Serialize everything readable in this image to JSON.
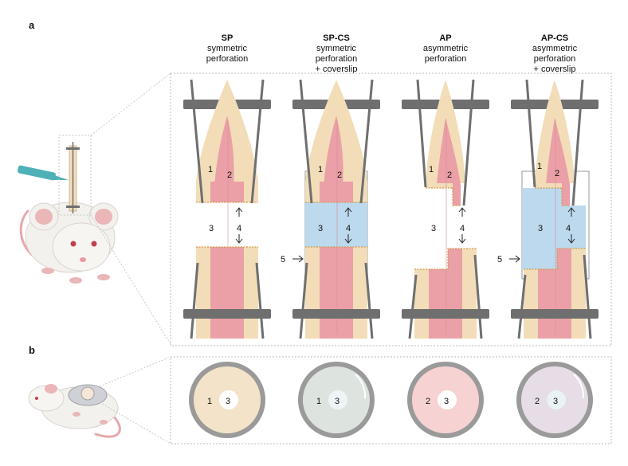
{
  "panels": {
    "a": {
      "letter": "a"
    },
    "b": {
      "letter": "b"
    }
  },
  "columns": [
    {
      "abbr": "SP",
      "desc": "symmetric\nperforation",
      "num_left": "1",
      "num_right": "2",
      "label_gap": "3",
      "label_arrow": "4"
    },
    {
      "abbr": "SP-CS",
      "desc": "symmetric\nperforation\n+ coverslip",
      "num_left": "1",
      "num_right": "2",
      "label_gap": "3",
      "label_arrow": "4",
      "label_coverslip": "5"
    },
    {
      "abbr": "AP",
      "desc": "asymmetric\nperforation",
      "num_left": "1",
      "num_right": "2",
      "label_gap": "3",
      "label_arrow": "4"
    },
    {
      "abbr": "AP-CS",
      "desc": "asymmetric\nperforation\n+ coverslip",
      "num_left": "1",
      "num_right": "2",
      "label_gap": "3",
      "label_arrow": "4",
      "label_coverslip": "5"
    }
  ],
  "circles": [
    {
      "left": "1",
      "right": "3"
    },
    {
      "left": "1",
      "right": "3"
    },
    {
      "left": "2",
      "right": "3"
    },
    {
      "left": "2",
      "right": "3"
    }
  ],
  "colors": {
    "bone": "#f2ddb8",
    "marrow": "#eaa0a6",
    "coverslip": "#bcd9ee",
    "pin": "#6f6f6f",
    "frame": "#bbbbbb",
    "ring": "#9a9a9a",
    "disc_sp": "#f3e3c9",
    "disc_spcs": "#dde4e0",
    "disc_ap": "#f6d2d2",
    "disc_apcs": "#e6dde6",
    "pipette": "#4fb1b8",
    "mouse": "#f3f1ee",
    "ear": "#eab6b8"
  }
}
